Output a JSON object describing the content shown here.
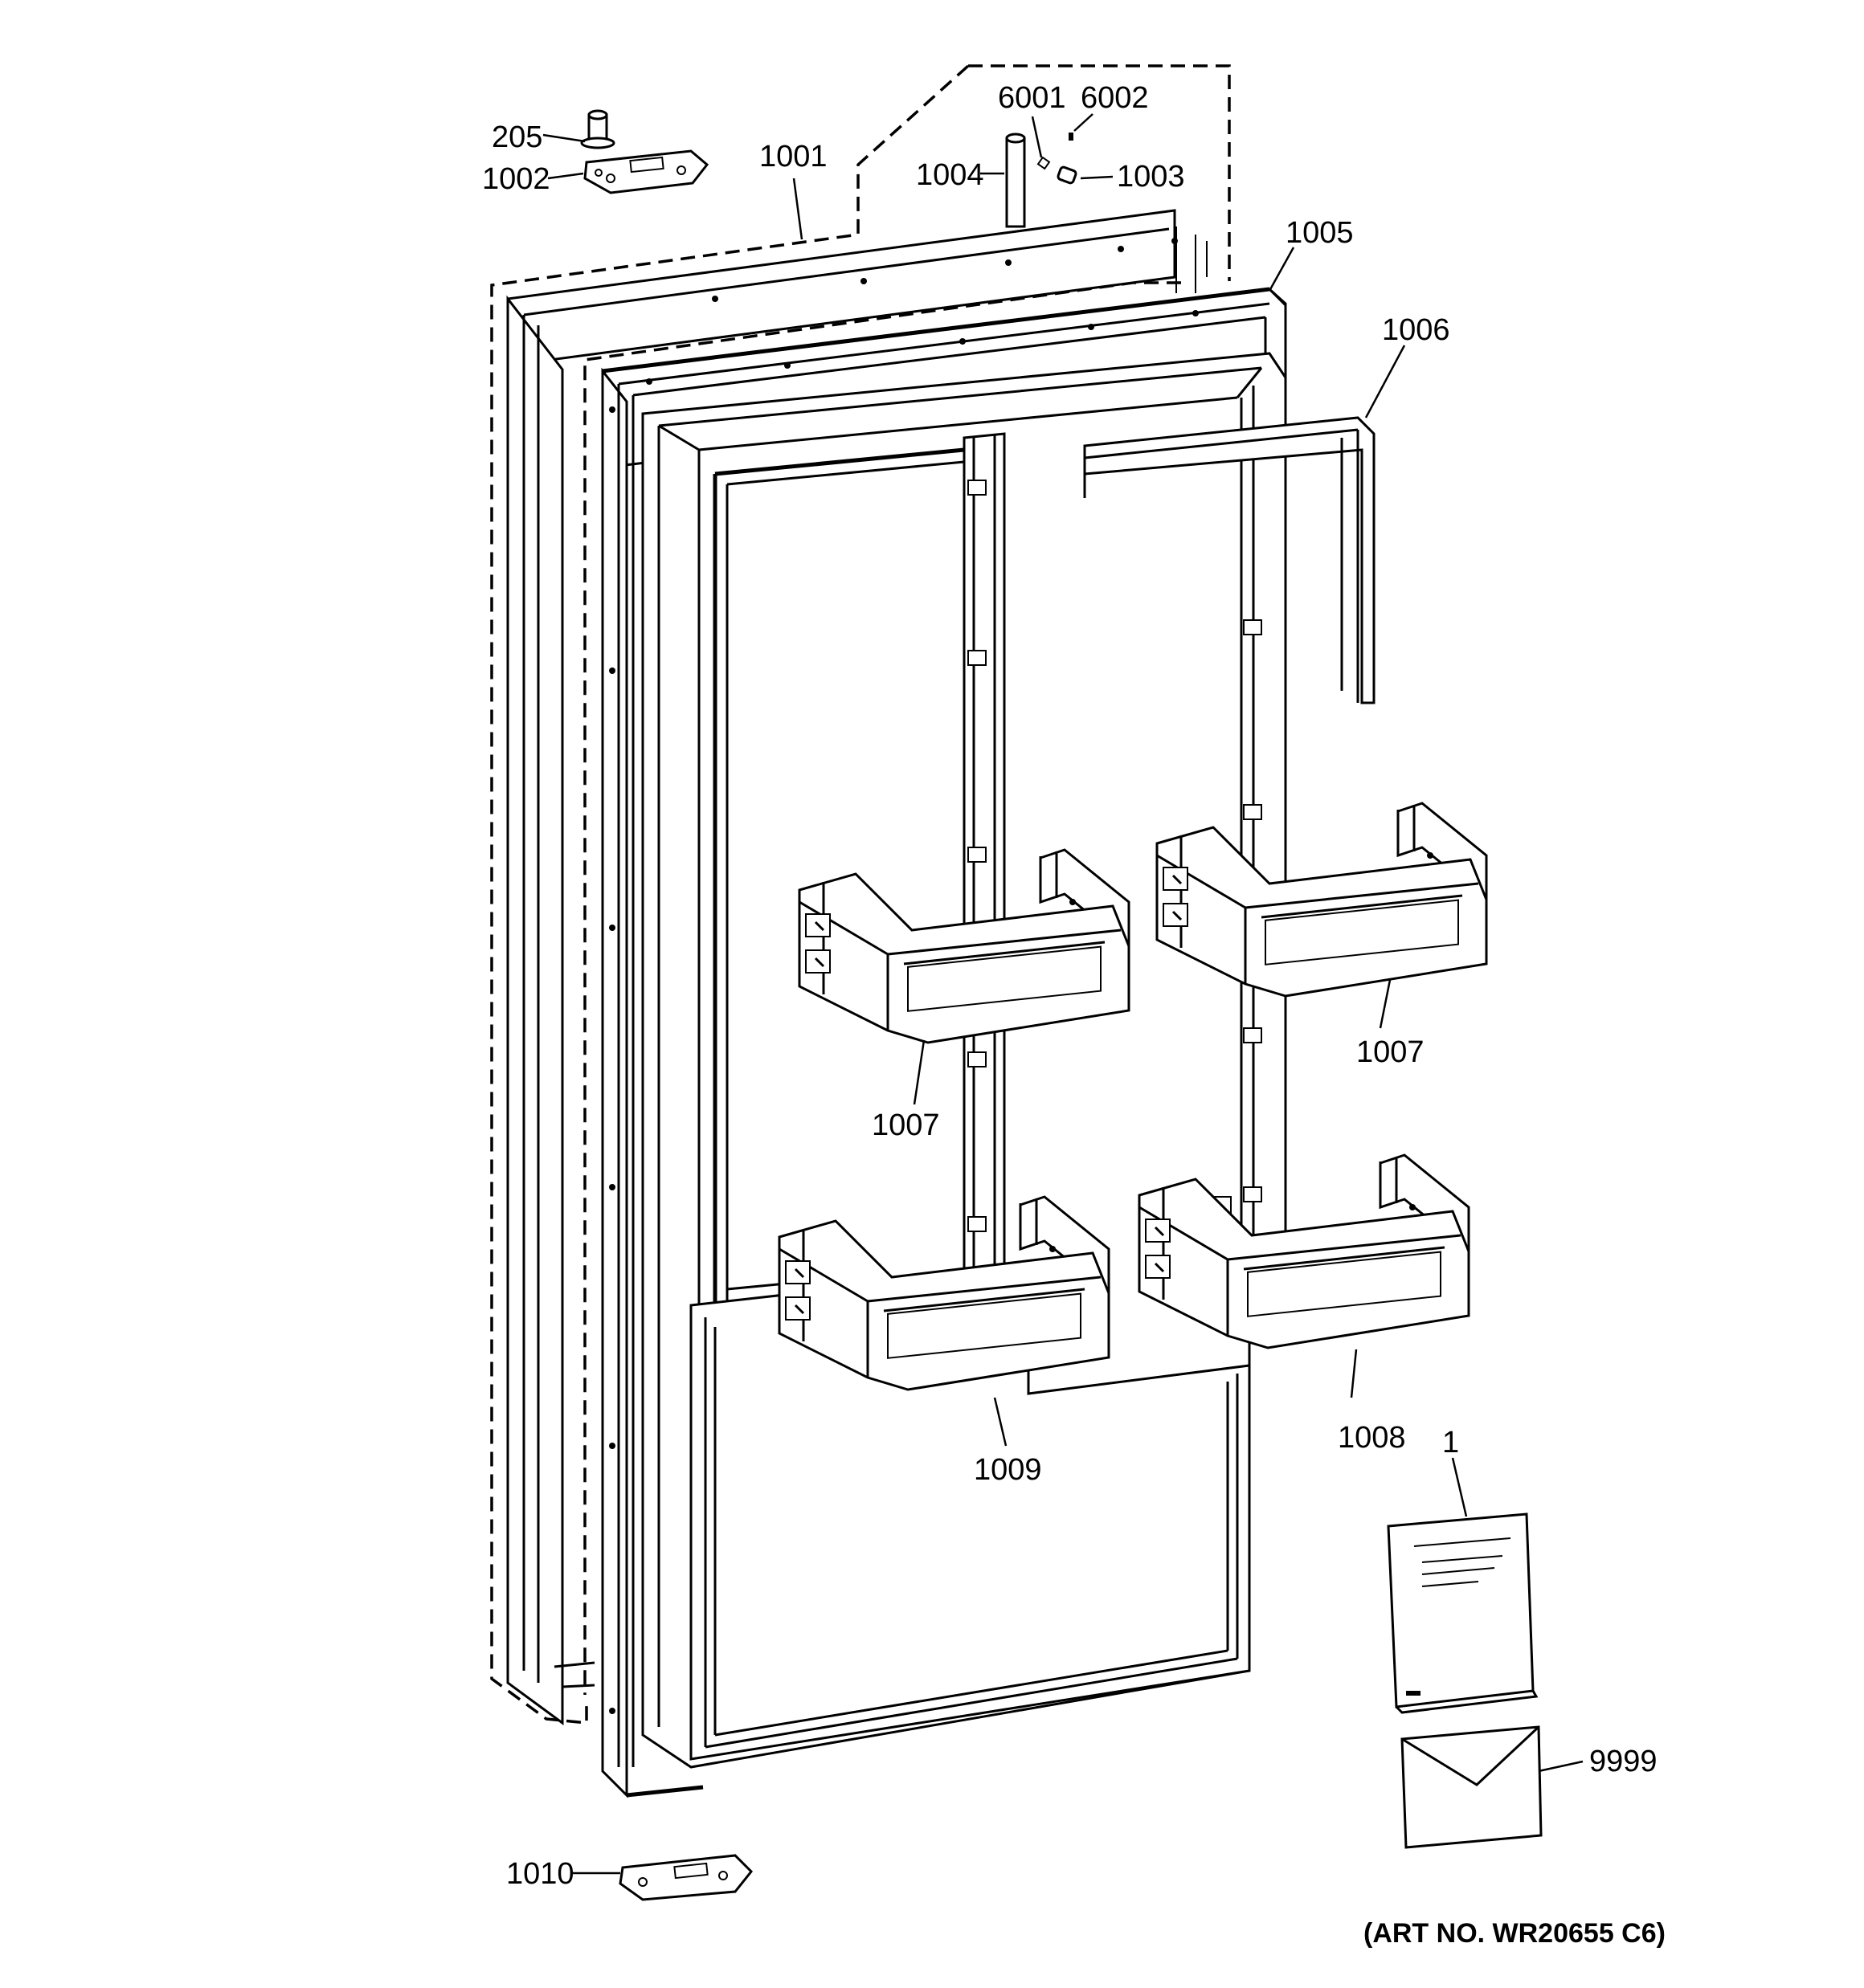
{
  "diagram": {
    "labels": {
      "p205": "205",
      "p1002": "1002",
      "p1001": "1001",
      "p6001": "6001",
      "p6002": "6002",
      "p1004": "1004",
      "p1003": "1003",
      "p1005": "1005",
      "p1006": "1006",
      "p1007_right": "1007",
      "p1007_left": "1007",
      "p1008": "1008",
      "p1009": "1009",
      "p1": "1",
      "p9999": "9999",
      "p1010": "1010"
    },
    "art_number": "(ART NO. WR20655 C6)"
  }
}
